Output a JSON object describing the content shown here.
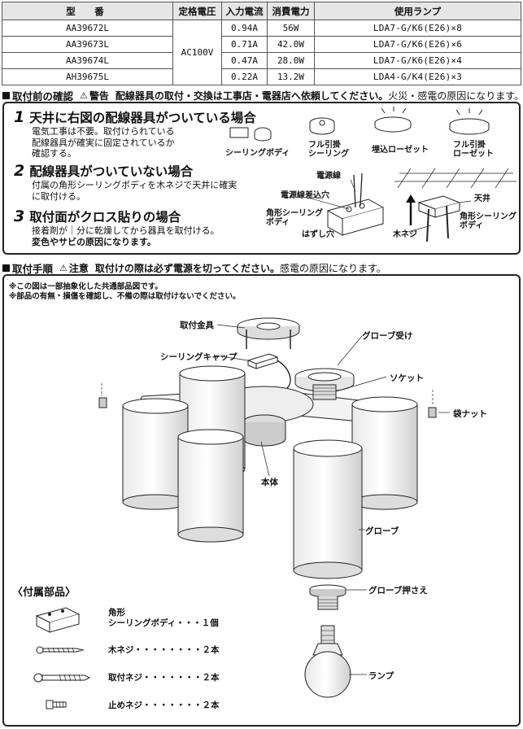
{
  "spec_table": {
    "headers": [
      "型　番",
      "定格電圧",
      "入力電流",
      "消費電力",
      "使用ランプ"
    ],
    "voltage": "AC100V",
    "rows": [
      {
        "model": "AA39672L",
        "current": "0.94A",
        "power": "56W",
        "lamp": "LDA7-G/K6(E26)×8"
      },
      {
        "model": "AA39673L",
        "current": "0.71A",
        "power": "42.0W",
        "lamp": "LDA7-G/K6(E26)×6"
      },
      {
        "model": "AA39674L",
        "current": "0.47A",
        "power": "28.0W",
        "lamp": "LDA7-G/K6(E26)×4"
      },
      {
        "model": "AH39675L",
        "current": "0.22A",
        "power": "13.2W",
        "lamp": "LDA4-G/K4(E26)×3"
      }
    ]
  },
  "pre_install": {
    "title": "取付前の確認",
    "warn_label": "警告",
    "warn_bold": "配線器具の取付・交換は工事店・電器店へ依頼してください。",
    "warn_rest": "火災・感電の原因になります。",
    "steps": [
      {
        "num": "1",
        "head": "天井に右図の配線器具がついている場合",
        "body": "電気工事は不要。取付けられている\n配線器具が確実に固定されているか\n確認する。"
      },
      {
        "num": "2",
        "head": "配線器具がついていない場合",
        "body": "付属の角形シーリングボディを木ネジで天井に確実\nに取付ける。"
      },
      {
        "num": "3",
        "head": "取付面がクロス貼りの場合",
        "body": "接着剤が｜分に乾燥してから器具を取付ける。",
        "body_bold": "変色やサビの原因になります。"
      }
    ],
    "device_labels": [
      "シーリングボディ",
      "フル引掛\nシーリング",
      "埋込ローゼット",
      "フル引掛\nローゼット"
    ],
    "diagram_labels": {
      "power_line": "電源線",
      "insert_hole": "電源線差込穴",
      "square_body": "角形シーリング\nボディ",
      "release_hole": "はずし穴",
      "ceiling": "天井",
      "square_body2": "角形シーリング\nボディ",
      "wood_screw": "木ネジ"
    }
  },
  "procedure": {
    "title": "取付手順",
    "caution_label": "注意",
    "caution_bold": "取付けの際は必ず電源を切ってください。",
    "caution_rest": "感電の原因になります。",
    "notes": [
      "※この図は一部抽象化した共通部品図です。",
      "※部品の有無・損傷を確認し、不備の際は取付けないでください。"
    ],
    "parts": {
      "mount": "取付金具",
      "cap": "シーリングキャップ",
      "holder": "グローブ受け",
      "socket": "ソケット",
      "nut": "袋ナット",
      "body": "本体",
      "globe": "グローブ",
      "globe_press": "グローブ押さえ",
      "lamp": "ランプ"
    },
    "accessories_title": "〈付属部品〉",
    "accessories": [
      "角形\nシーリングボディ・・・１個",
      "木ネジ・・・・・・・・２本",
      "取付ネジ・・・・・・・２本",
      "止めネジ・・・・・・・２本"
    ]
  }
}
